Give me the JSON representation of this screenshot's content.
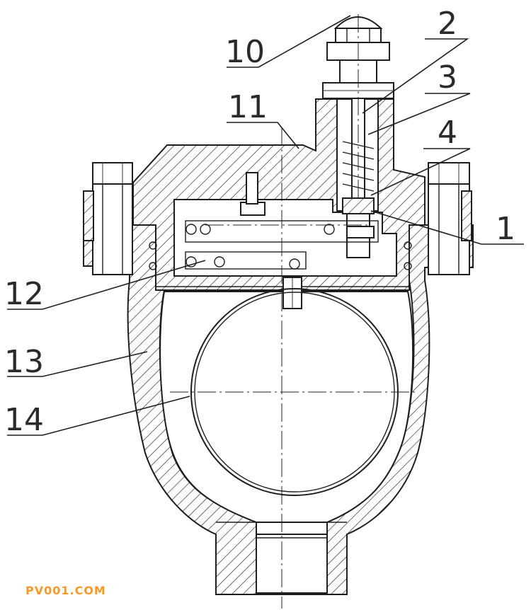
{
  "callouts": {
    "c10": "10",
    "c2": "2",
    "c3": "3",
    "c11": "11",
    "c4": "4",
    "c1": "1",
    "c12": "12",
    "c13": "13",
    "c14": "14"
  },
  "watermark": "PV001.COM",
  "colors": {
    "line": "#1e1e1e",
    "watermark": "#f39a2a",
    "background": "#ffffff"
  }
}
